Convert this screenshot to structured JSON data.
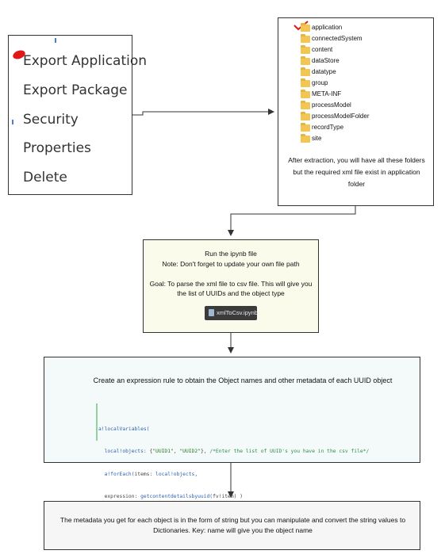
{
  "context_menu": {
    "items": [
      "Export Application",
      "Export Package",
      "Security",
      "Properties",
      "Delete"
    ]
  },
  "folder_box": {
    "folders": [
      "application",
      "connectedSystem",
      "content",
      "dataStore",
      "datatype",
      "group",
      "META-INF",
      "processModel",
      "processModelFolder",
      "recordType",
      "site"
    ],
    "note": "After extraction, you will have all these folders but the required xml file exist in application folder"
  },
  "run_box": {
    "lines": [
      "Run the ipynb file",
      "Note: Don't forget to update your own file path",
      "",
      "Goal: To parse the xml file to csv file. This will give you the list of UUIDs and the object type"
    ],
    "file_chip": "xmlToCsv.ipynb"
  },
  "expression_box": {
    "title": "Create an expression rule to obtain the Object names and other metadata of each UUID object",
    "code_lines": [
      [
        {
          "t": "kw",
          "v": "a!localVariables("
        }
      ],
      [
        {
          "t": "kw",
          "v": "  local!objects: "
        },
        {
          "t": "plain",
          "v": "{"
        },
        {
          "t": "str",
          "v": "\"UUID1\""
        },
        {
          "t": "plain",
          "v": ", "
        },
        {
          "t": "str",
          "v": "\"UUID2\""
        },
        {
          "t": "plain",
          "v": "}, "
        },
        {
          "t": "cmt",
          "v": "/*Enter the list of UUID's you have in the csv file*/"
        }
      ],
      [
        {
          "t": "kw",
          "v": "  a!forEach("
        },
        {
          "t": "plain",
          "v": "items: "
        },
        {
          "t": "kw",
          "v": "local!objects"
        },
        {
          "t": "plain",
          "v": ","
        }
      ],
      [
        {
          "t": "plain",
          "v": "  expression: "
        },
        {
          "t": "kw",
          "v": "getcontentdetailsbyuuid("
        },
        {
          "t": "plain",
          "v": "fv!item) )"
        }
      ],
      [
        {
          "t": "plain",
          "v": ")"
        }
      ]
    ]
  },
  "metadata_box": {
    "text": "The metadata you get for each object is in the form of string but you can manipulate and convert the string values to Dictionaries. Key: name will give you the object name"
  },
  "colors": {
    "connector": "#333333",
    "run_box_bg": "#fbfbec",
    "expr_box_bg": "#f4faf9",
    "check": "#e01818",
    "folder": "#f3c552"
  }
}
